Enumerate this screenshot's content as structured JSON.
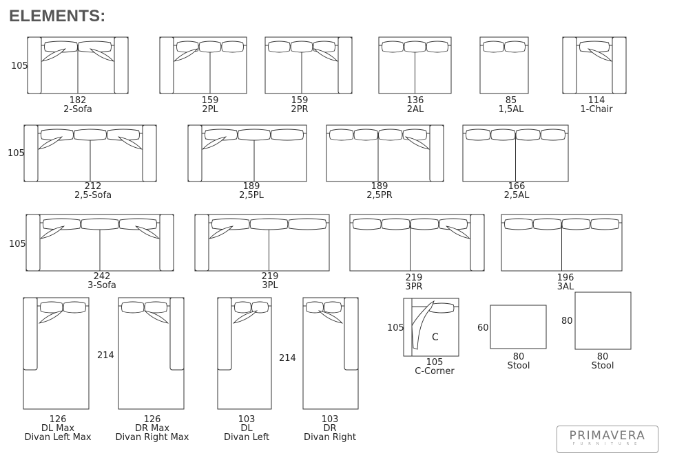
{
  "title": "ELEMENTS:",
  "elements": [
    {
      "id": "2-sofa",
      "width": "182",
      "name": "2-Sofa",
      "height_dim": "105"
    },
    {
      "id": "2pl",
      "width": "159",
      "name": "2PL"
    },
    {
      "id": "2pr",
      "width": "159",
      "name": "2PR"
    },
    {
      "id": "2al",
      "width": "136",
      "name": "2AL"
    },
    {
      "id": "15al",
      "width": "85",
      "name": "1,5AL"
    },
    {
      "id": "1-chair",
      "width": "114",
      "name": "1-Chair"
    },
    {
      "id": "25-sofa",
      "width": "212",
      "name": "2,5-Sofa",
      "height_dim": "105"
    },
    {
      "id": "25pl",
      "width": "189",
      "name": "2,5PL"
    },
    {
      "id": "25pr",
      "width": "189",
      "name": "2,5PR"
    },
    {
      "id": "25al",
      "width": "166",
      "name": "2,5AL"
    },
    {
      "id": "3-sofa",
      "width": "242",
      "name": "3-Sofa",
      "height_dim": "105"
    },
    {
      "id": "3pl",
      "width": "219",
      "name": "3PL"
    },
    {
      "id": "3pr",
      "width": "219",
      "name": "3PR"
    },
    {
      "id": "3al",
      "width": "196",
      "name": "3AL"
    },
    {
      "id": "dl-max",
      "width": "126",
      "name": "DL Max",
      "full": "Divan Left Max"
    },
    {
      "id": "dr-max",
      "width": "126",
      "name": "DR Max",
      "full": "Divan Right Max",
      "depth_dim": "214"
    },
    {
      "id": "dl",
      "width": "103",
      "name": "DL",
      "full": "Divan Left"
    },
    {
      "id": "dr",
      "width": "103",
      "name": "DR",
      "full": "Divan Right",
      "depth_dim": "214"
    },
    {
      "id": "c-corner",
      "width": "105",
      "name": "C-Corner",
      "height_dim": "105",
      "letter": "C"
    },
    {
      "id": "stool-60",
      "width": "80",
      "name": "Stool",
      "height_dim": "60"
    },
    {
      "id": "stool-80",
      "width": "80",
      "name": "Stool",
      "height_dim": "80"
    }
  ],
  "logo": {
    "brand": "PRIMAVERA",
    "tagline": "FURNITURE"
  }
}
